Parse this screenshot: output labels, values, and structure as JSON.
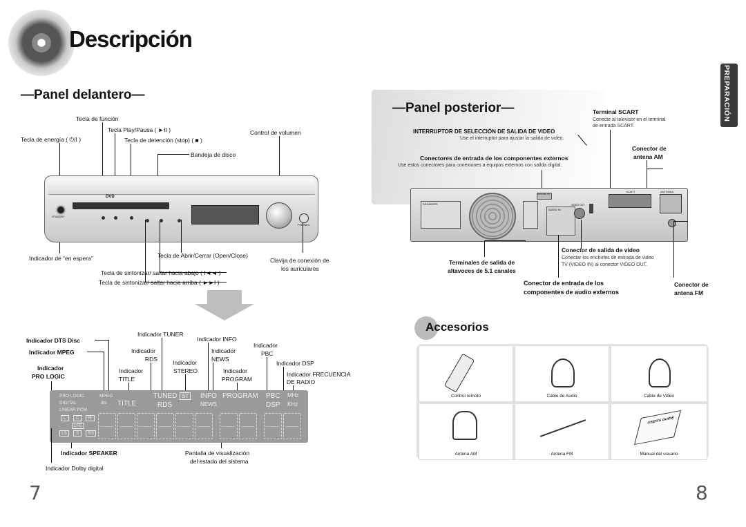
{
  "page": {
    "title": "Descripción",
    "left_page_number": "7",
    "right_page_number": "8",
    "side_tab": "PREPARACIÓN"
  },
  "front": {
    "heading": "—Panel delantero—",
    "labels": {
      "funcion": "Tecla de función",
      "play": "Tecla Play/Pausa ( ►II )",
      "energia": "Tecla de energía ( ⏻/I )",
      "stop": "Tecla de detención (stop) ( ■ )",
      "volumen": "Control de volumen",
      "bandeja": "Bandeja de disco",
      "espera": "Indicador de “en espera”",
      "abrir": "Tecla de Abrir/Cerrar (Open/Close)",
      "auriculares_1": "Clavija de conexión de",
      "auriculares_2": "los auriculares",
      "abajo": "Tecla de sintonizar/ saltar hacia abajo ( I◄◄ )",
      "arriba": "Tecla de sintonizar/ saltar hacia arriba ( ►►I )"
    },
    "device_text": {
      "dvd": "DVD",
      "standby": "STANDBY",
      "phones": "PHONES"
    }
  },
  "display": {
    "labels": {
      "dts": "Indicador DTS Disc",
      "mpeg": "Indicador MPEG",
      "prologic_1": "Indicador",
      "prologic_2": "PRO LOGIC",
      "title_1": "Indicador",
      "title_2": "TITLE",
      "rds_1": "Indicador",
      "rds_2": "RDS",
      "tuner": "Indicador TUNER",
      "stereo_1": "Indicador",
      "stereo_2": "STEREO",
      "info": "Indicador INFO",
      "news_1": "Indicador",
      "news_2": "NEWS",
      "program_1": "Indicador",
      "program_2": "PROGRAM",
      "pbc_1": "Indicador",
      "pbc_2": "PBC",
      "dsp": "Indicador DSP",
      "freq_1": "Indicador FRECUENCIA",
      "freq_2": "DE RADIO",
      "speaker": "Indicador SPEAKER",
      "pantalla_1": "Pantalla de visualización",
      "pantalla_2": "del estado del sistema",
      "dolby": "Indicador Dolby digital"
    },
    "screen": {
      "pro_logic": "PRO LOGIC",
      "digital": "DIGITAL",
      "linear_pcm": "LINEAR PCM",
      "mpeg": "MPEG",
      "dts": "dts",
      "title": "TITLE",
      "tuned": "TUNED",
      "st": "ST",
      "rds": "RDS",
      "info": "INFO",
      "news": "NEWS",
      "program": "PROGRAM",
      "pbc": "PBC",
      "dsp": "DSP",
      "mhz": "MHz",
      "khz": "KHz",
      "speakers": [
        "L",
        "C",
        "R",
        "LFE",
        "LS",
        "S",
        "RS"
      ]
    }
  },
  "rear": {
    "heading": "—Panel posterior—",
    "scart_title": "Terminal SCART",
    "scart_desc_1": "Conecte al televisor en el terminal",
    "scart_desc_2": "de entrada SCART.",
    "video_switch_title": "INTERRUPTOR DE SELECCIÓN DE SALIDA DE VIDEO",
    "video_switch_desc": "Use el interruptor para ajustar la salida de video.",
    "am_1": "Conector de",
    "am_2": "antena AM",
    "component_title": "Conectores de entrada de los componentes externos",
    "component_desc": "Use estos conectores para conexiones a equipos externos con salida digital.",
    "video_out_title": "Conector de salida de video",
    "video_out_desc_1": "Conectar los enchufes de entrada de video",
    "video_out_desc_2": "TV (VIDEO IN) al conector VIDEO OUT.",
    "speakers_1": "Terminales de salida de",
    "speakers_2": "altavoces de 5.1 canales",
    "audio_in_1": "Conector de entrada de los",
    "audio_in_2": "componentes de audio externos",
    "fm_1": "Conector de",
    "fm_2": "antena FM",
    "device_text": {
      "speakers": "SPEAKERS",
      "digital_in": "DIGITAL IN",
      "audio_in": "AUDIO IN",
      "video_out": "VIDEO OUT",
      "scart": "SCART",
      "antenna": "ANTENNA"
    }
  },
  "accessories": {
    "heading": "Accesorios",
    "items": [
      "Control remoto",
      "Cable de Audio",
      "Cable de Video",
      "Antena AM",
      "Antena FM",
      "Manual del usuario"
    ],
    "manual_cover": "USER'S GUIDE"
  }
}
